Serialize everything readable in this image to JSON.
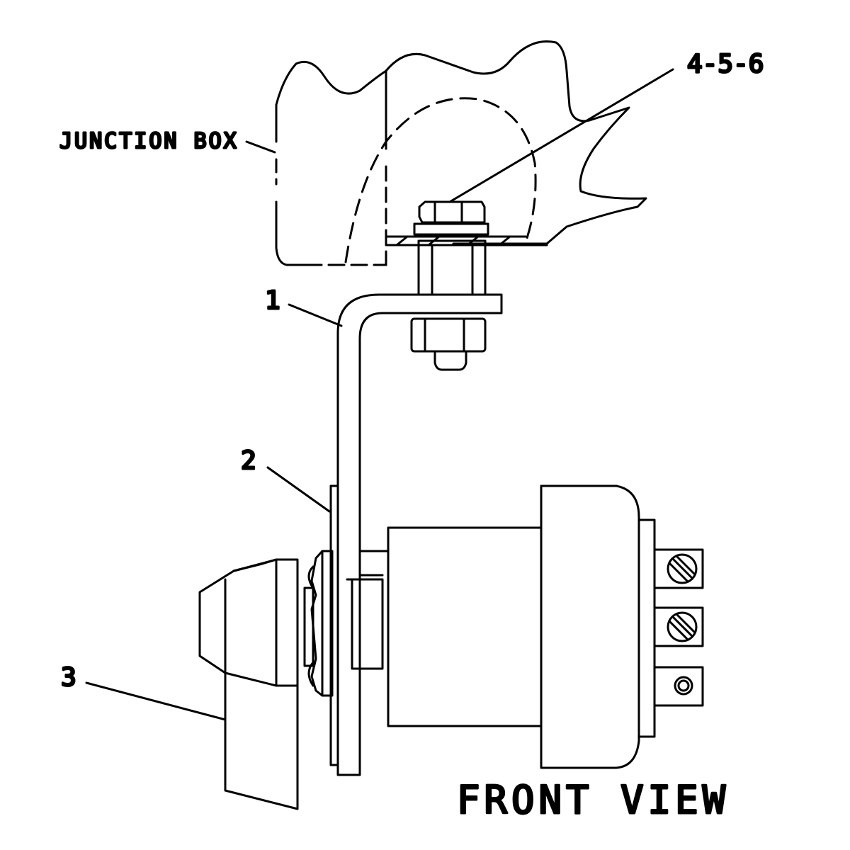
{
  "labels": {
    "junction_box": "JUNCTION BOX",
    "callout_456": "4-5-6",
    "callout_1": "1",
    "callout_2": "2",
    "callout_3": "3",
    "view_title": "FRONT VIEW"
  }
}
